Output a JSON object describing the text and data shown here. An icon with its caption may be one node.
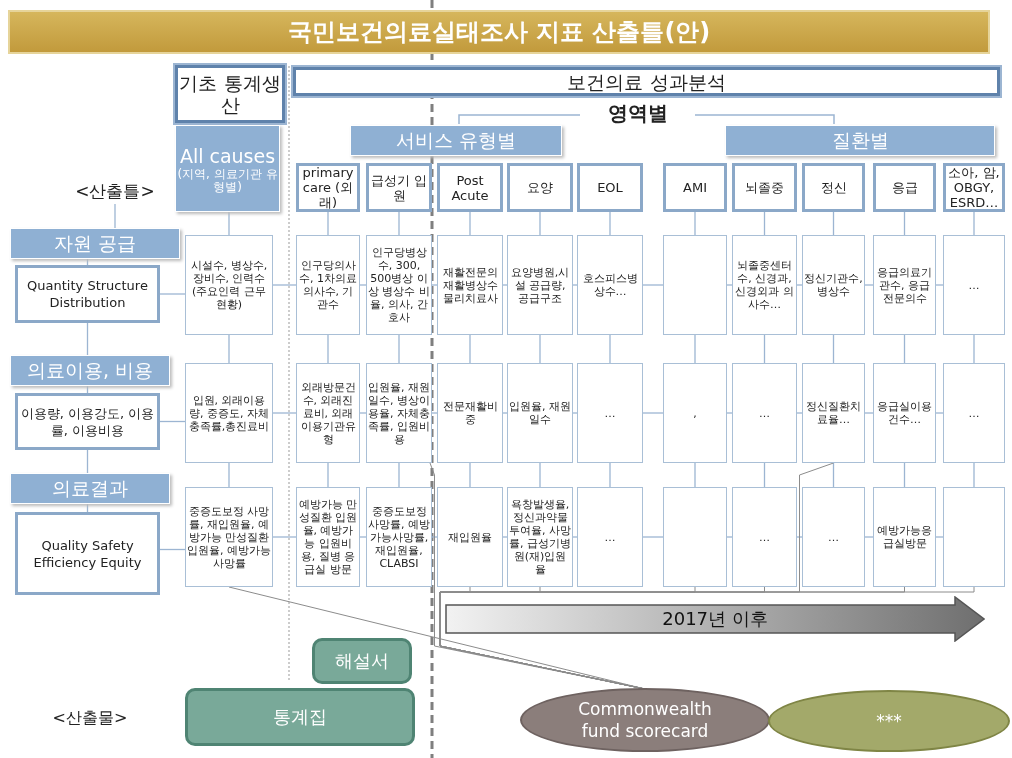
{
  "diagram": {
    "title": "국민보건의료실태조사 지표 산출틀(안)",
    "nodes": [
      {
        "text": [
          "기초 통계생산"
        ]
      },
      {
        "text": [
          "보건의료 성과분석"
        ]
      },
      {
        "text": [
          "서비스 유형별"
        ]
      },
      {
        "text": [
          "질환별"
        ]
      },
      {
        "text": [
          "All causes",
          "(지역, 의료기관 유형별)"
        ]
      },
      {
        "text": [
          "primary care (외래)"
        ]
      },
      {
        "text": [
          "급성기 입원"
        ]
      },
      {
        "text": [
          "Post Acute"
        ]
      },
      {
        "text": [
          "요양"
        ]
      },
      {
        "text": [
          "EOL"
        ]
      },
      {
        "text": [
          "AMI"
        ]
      },
      {
        "text": [
          "뇌졸중"
        ]
      },
      {
        "text": [
          "정신"
        ]
      },
      {
        "text": [
          "응급"
        ]
      },
      {
        "text": [
          "소아, 암, OBGY, ESRD…"
        ]
      },
      {
        "text": [
          "<산출틀>"
        ]
      },
      {
        "text": [
          "자원 공급"
        ]
      },
      {
        "text": [
          "Quantity Structure Distribution"
        ]
      },
      {
        "text": [
          "의료이용, 비용"
        ]
      },
      {
        "text": [
          "이용량, 이용강도, 이용률, 이용비용"
        ]
      },
      {
        "text": [
          "의료결과"
        ]
      },
      {
        "text": [
          "Quality Safety Efficiency Equity"
        ]
      },
      {
        "text": [
          "시설수, 병상수, 장비수, 인력수",
          "(주요인력 근무현황)"
        ]
      },
      {
        "text": [
          "인구당의사수, 1차의료 의사수, 기관수"
        ]
      },
      {
        "text": [
          "인구당병상수, 300, 500병상 이상 병상수 비율, 의사, 간호사"
        ]
      },
      {
        "text": [
          "재활전문의 재활병상수 물리치료사"
        ]
      },
      {
        "text": [
          "요양병원,시설 공급량, 공급구조"
        ]
      },
      {
        "text": [
          "호스피스병상수…"
        ]
      },
      {
        "text": [],
        "shape": "box"
      },
      {
        "text": [
          "뇌졸중센터수, 신경과, 신경외과 의사수…"
        ]
      },
      {
        "text": [
          "정신기관수, 병상수"
        ]
      },
      {
        "text": [
          "응급의료기관수, 응급전문의수"
        ]
      },
      {
        "text": [
          "…"
        ]
      },
      {
        "text": [
          "입원, 외래이용량, 중증도, 자체충족률,총진료비"
        ]
      },
      {
        "text": [
          "외래방문건수, 외래진료비, 외래이용기관유형"
        ]
      },
      {
        "text": [
          "입원율, 재원일수, 병상이용율, 자체충족률, 입원비용"
        ]
      },
      {
        "text": [
          "전문재활비중"
        ]
      },
      {
        "text": [
          "입원율, 재원일수"
        ]
      },
      {
        "text": [
          "…"
        ]
      },
      {
        "text": [
          ","
        ]
      },
      {
        "text": [
          "…"
        ]
      },
      {
        "text": [
          "정신질환치료율…"
        ]
      },
      {
        "text": [
          "응급실이용건수…"
        ]
      },
      {
        "text": [
          "…"
        ]
      },
      {
        "text": [
          "중증도보정 사망률, 재입원율, 예방가능 만성질환 입원율, 예방가능 사망률"
        ]
      },
      {
        "text": [
          "예방가능 만성질환 입원율, 예방가능 입원비용, 질병 응급실 방문"
        ]
      },
      {
        "text": [
          "중증도보정 사망률, 예방가능사망률, 재입원율, CLABSI"
        ]
      },
      {
        "text": [
          "재입원율"
        ]
      },
      {
        "text": [
          "욕창발생율, 정신과약물 투여율, 사망률, 급성기병원(재)입원율"
        ]
      },
      {
        "text": [
          "…"
        ]
      },
      {
        "text": [],
        "shape": "box"
      },
      {
        "text": [
          "…"
        ]
      },
      {
        "text": [
          "…"
        ]
      },
      {
        "text": [
          "예방가능응급실방문"
        ]
      },
      {
        "text": [],
        "shape": "box"
      },
      {
        "text": [
          "2017년 이후"
        ]
      },
      {
        "text": [
          "해설서"
        ]
      },
      {
        "text": [
          "통계집"
        ]
      },
      {
        "text": [
          "Commonwealth fund scorecard"
        ]
      },
      {
        "text": [
          "***"
        ]
      }
    ],
    "edges": [
      {
        "from": 15,
        "to": 16,
        "arrow": "none"
      },
      {
        "from": 16,
        "to": 17,
        "arrow": "none"
      },
      {
        "from": 17,
        "to": 18,
        "arrow": "none"
      },
      {
        "from": 18,
        "to": 19,
        "arrow": "none"
      },
      {
        "from": 19,
        "to": 20,
        "arrow": "none"
      },
      {
        "from": 20,
        "to": 21,
        "arrow": "none"
      },
      {
        "from": 4,
        "to": 22,
        "arrow": "none"
      },
      {
        "from": 22,
        "to": 33,
        "arrow": "none"
      },
      {
        "from": 33,
        "to": 44,
        "arrow": "none"
      },
      {
        "from": 5,
        "to": 23,
        "arrow": "none"
      },
      {
        "from": 23,
        "to": 34,
        "arrow": "none"
      },
      {
        "from": 34,
        "to": 45,
        "arrow": "none"
      },
      {
        "from": 6,
        "to": 24,
        "arrow": "none"
      },
      {
        "from": 24,
        "to": 35,
        "arrow": "none"
      },
      {
        "from": 35,
        "to": 46,
        "arrow": "none"
      },
      {
        "from": 7,
        "to": 25,
        "arrow": "none"
      },
      {
        "from": 25,
        "to": 36,
        "arrow": "none"
      },
      {
        "from": 36,
        "to": 47,
        "arrow": "none"
      },
      {
        "from": 8,
        "to": 26,
        "arrow": "none"
      },
      {
        "from": 26,
        "to": 37,
        "arrow": "none"
      },
      {
        "from": 37,
        "to": 48,
        "arrow": "none"
      },
      {
        "from": 9,
        "to": 27,
        "arrow": "none"
      },
      {
        "from": 27,
        "to": 38,
        "arrow": "none"
      },
      {
        "from": 38,
        "to": 49,
        "arrow": "none"
      },
      {
        "from": 10,
        "to": 28,
        "arrow": "none"
      },
      {
        "from": 28,
        "to": 39,
        "arrow": "none"
      },
      {
        "from": 39,
        "to": 50,
        "arrow": "none"
      },
      {
        "from": 11,
        "to": 29,
        "arrow": "none"
      },
      {
        "from": 29,
        "to": 40,
        "arrow": "none"
      },
      {
        "from": 40,
        "to": 51,
        "arrow": "none"
      },
      {
        "from": 12,
        "to": 30,
        "arrow": "none"
      },
      {
        "from": 30,
        "to": 41,
        "arrow": "none"
      },
      {
        "from": 41,
        "to": 52,
        "arrow": "none"
      },
      {
        "from": 13,
        "to": 31,
        "arrow": "none"
      },
      {
        "from": 31,
        "to": 42,
        "arrow": "none"
      },
      {
        "from": 42,
        "to": 53,
        "arrow": "none"
      },
      {
        "from": 14,
        "to": 32,
        "arrow": "none"
      },
      {
        "from": 32,
        "to": 43,
        "arrow": "none"
      },
      {
        "from": 43,
        "to": 54,
        "arrow": "none"
      },
      {
        "from": 17,
        "to": 22,
        "arrow": "none"
      },
      {
        "from": 22,
        "to": 23,
        "arrow": "none"
      },
      {
        "from": 23,
        "to": 24,
        "arrow": "none"
      },
      {
        "from": 24,
        "to": 25,
        "arrow": "none"
      },
      {
        "from": 25,
        "to": 26,
        "arrow": "none"
      },
      {
        "from": 26,
        "to": 27,
        "arrow": "none"
      },
      {
        "from": 27,
        "to": 28,
        "arrow": "none"
      },
      {
        "from": 28,
        "to": 29,
        "arrow": "none"
      },
      {
        "from": 29,
        "to": 30,
        "arrow": "none"
      },
      {
        "from": 30,
        "to": 31,
        "arrow": "none"
      },
      {
        "from": 31,
        "to": 32,
        "arrow": "none"
      },
      {
        "from": 19,
        "to": 33,
        "arrow": "none"
      },
      {
        "from": 33,
        "to": 34,
        "arrow": "none"
      },
      {
        "from": 34,
        "to": 35,
        "arrow": "none"
      },
      {
        "from": 35,
        "to": 36,
        "arrow": "none"
      },
      {
        "from": 36,
        "to": 37,
        "arrow": "none"
      },
      {
        "from": 37,
        "to": 38,
        "arrow": "none"
      },
      {
        "from": 38,
        "to": 39,
        "arrow": "none"
      },
      {
        "from": 39,
        "to": 40,
        "arrow": "none"
      },
      {
        "from": 40,
        "to": 41,
        "arrow": "none"
      },
      {
        "from": 41,
        "to": 42,
        "arrow": "none"
      },
      {
        "from": 42,
        "to": 43,
        "arrow": "none"
      },
      {
        "from": 21,
        "to": 44,
        "arrow": "none"
      },
      {
        "from": 44,
        "to": 45,
        "arrow": "none"
      },
      {
        "from": 45,
        "to": 46,
        "arrow": "none"
      },
      {
        "from": 46,
        "to": 47,
        "arrow": "none"
      },
      {
        "from": 47,
        "to": 48,
        "arrow": "none"
      },
      {
        "from": 48,
        "to": 49,
        "arrow": "none"
      },
      {
        "from": 49,
        "to": 50,
        "arrow": "none"
      },
      {
        "from": 50,
        "to": 51,
        "arrow": "none"
      },
      {
        "from": 51,
        "to": 52,
        "arrow": "none"
      },
      {
        "from": 52,
        "to": 53,
        "arrow": "none"
      },
      {
        "from": 53,
        "to": 54,
        "arrow": "none"
      },
      {
        "from": 44,
        "to": 58,
        "arrow": "none"
      },
      {
        "from": 35,
        "to": 58,
        "arrow": "none"
      },
      {
        "from": 47,
        "to": 58,
        "arrow": "none"
      },
      {
        "from": 48,
        "to": 58,
        "arrow": "none"
      },
      {
        "from": 50,
        "to": 58,
        "arrow": "none"
      },
      {
        "from": 51,
        "to": 58,
        "arrow": "none"
      },
      {
        "from": 41,
        "to": 58,
        "arrow": "none"
      },
      {
        "from": 53,
        "to": 58,
        "arrow": "none"
      },
      {
        "from": 54,
        "to": 58,
        "arrow": "none"
      }
    ],
    "labels": [
      "영역별",
      "<산출물>"
    ]
  }
}
